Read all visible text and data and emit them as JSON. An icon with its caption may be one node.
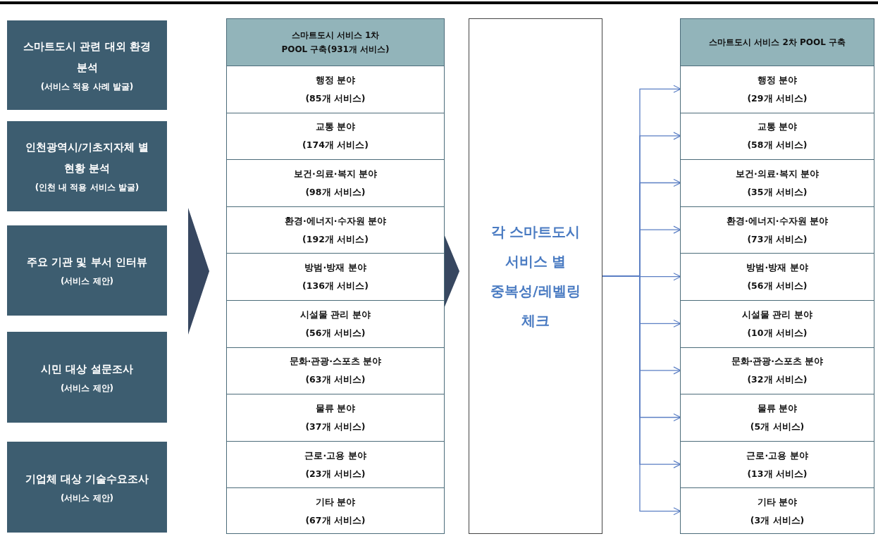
{
  "diagram": {
    "nodes": [
      {
        "text": [
          "스마트도시 관련 대외 환경 분석",
          "(서비스 적용 사례 발굴)"
        ]
      },
      {
        "text": [
          "인천광역시/기초지자체 별 현황 분석",
          "(인천 내 적용 서비스 발굴)"
        ]
      },
      {
        "text": [
          "주요 기관 및 부서 인터뷰",
          "(서비스 제안)"
        ]
      },
      {
        "text": [
          "시민 대상 설문조사",
          "(서비스 제안)"
        ]
      },
      {
        "text": [
          "기업체 대상 기술수요조사",
          "(서비스 제안)"
        ]
      },
      {
        "text": [
          "스마트도시 서비스 1차 POOL 구축(931개 서비스)"
        ]
      },
      {
        "text": [
          "행정 분야",
          "(85개 서비스)"
        ],
        "in": 5
      },
      {
        "text": [
          "교통 분야",
          "(174개 서비스)"
        ],
        "in": 5
      },
      {
        "text": [
          "보건·의료·복지 분야",
          "(98개 서비스)"
        ],
        "in": 5
      },
      {
        "text": [
          "환경·에너지·수자원 분야",
          "(192개 서비스)"
        ],
        "in": 5
      },
      {
        "text": [
          "방범·방재 분야",
          "(136개 서비스)"
        ],
        "in": 5
      },
      {
        "text": [
          "시설물 관리 분야",
          "(56개 서비스)"
        ],
        "in": 5
      },
      {
        "text": [
          "문화·관광·스포츠 분야",
          "(63개 서비스)"
        ],
        "in": 5
      },
      {
        "text": [
          "물류 분야",
          "(37개 서비스)"
        ],
        "in": 5
      },
      {
        "text": [
          "근로·고용 분야",
          "(23개 서비스)"
        ],
        "in": 5
      },
      {
        "text": [
          "기타 분야",
          "(67개 서비스)"
        ],
        "in": 5
      },
      {
        "text": [
          "각 스마트도시 서비스 별 중복성/레벨링 체크"
        ]
      },
      {
        "text": [
          "스마트도시 서비스 2차 POOL 구축"
        ]
      },
      {
        "text": [
          "행정 분야",
          "(29개 서비스)"
        ],
        "in": 17
      },
      {
        "text": [
          "교통 분야",
          "(58개 서비스)"
        ],
        "in": 17
      },
      {
        "text": [
          "보건·의료·복지 분야",
          "(35개 서비스)"
        ],
        "in": 17
      },
      {
        "text": [
          "환경·에너지·수자원 분야",
          "(73개 서비스)"
        ],
        "in": 17
      },
      {
        "text": [
          "방범·방재 분야",
          "(56개 서비스)"
        ],
        "in": 17
      },
      {
        "text": [
          "시설물 관리 분야",
          "(10개 서비스)"
        ],
        "in": 17
      },
      {
        "text": [
          "문화·관광·스포츠 분야",
          "(32개 서비스)"
        ],
        "in": 17
      },
      {
        "text": [
          "물류 분야",
          "(5개 서비스)"
        ],
        "in": 17
      },
      {
        "text": [
          "근로·고용 분야",
          "(13개 서비스)"
        ],
        "in": 17
      },
      {
        "text": [
          "기타 분야",
          "(3개 서비스)"
        ],
        "in": 17
      }
    ],
    "edges": [
      {
        "from": null,
        "to": 5,
        "arrow": "to",
        "style": "thick"
      },
      {
        "from": 5,
        "to": 16,
        "arrow": "to",
        "style": "thick"
      },
      {
        "from": 16,
        "to": 18,
        "arrow": "to"
      },
      {
        "from": 16,
        "to": 19,
        "arrow": "to"
      },
      {
        "from": 16,
        "to": 20,
        "arrow": "to"
      },
      {
        "from": 16,
        "to": 21,
        "arrow": "to"
      },
      {
        "from": 16,
        "to": 22,
        "arrow": "to"
      },
      {
        "from": 16,
        "to": 23,
        "arrow": "to"
      },
      {
        "from": 16,
        "to": 24,
        "arrow": "to"
      },
      {
        "from": 16,
        "to": 25,
        "arrow": "to"
      },
      {
        "from": 16,
        "to": 26,
        "arrow": "to"
      },
      {
        "from": 16,
        "to": 27,
        "arrow": "to"
      }
    ]
  }
}
